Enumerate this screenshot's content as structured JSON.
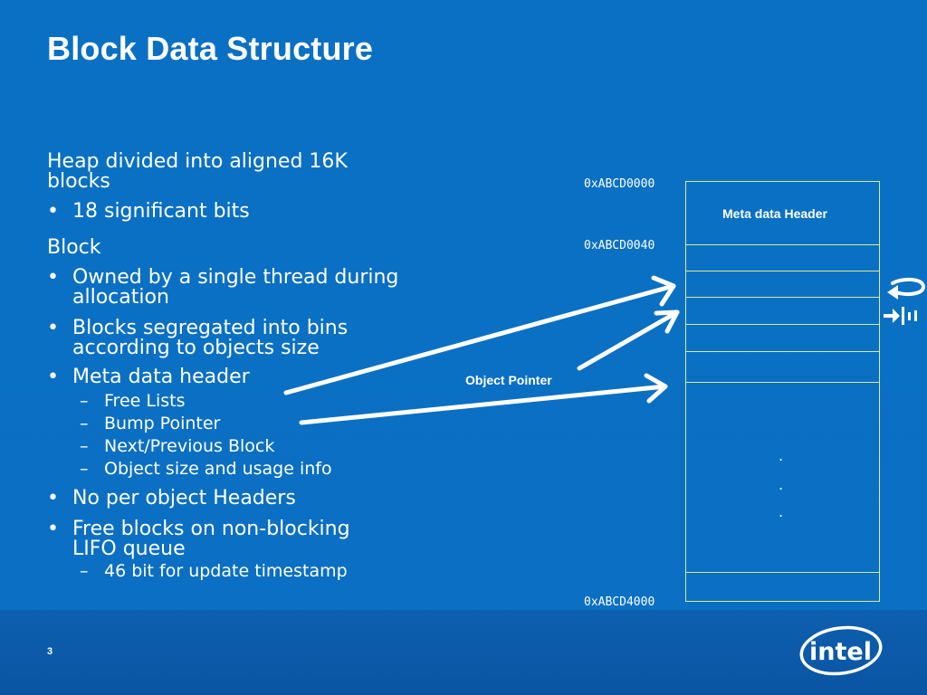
{
  "slide": {
    "title": "Block Data Structure",
    "number": "3"
  },
  "content": {
    "heap": "Heap divided into aligned 16K",
    "heap_cont": "blocks",
    "bits": "18 significant bits",
    "block": "Block",
    "owned": "Owned by a single thread during",
    "owned_cont": "allocation",
    "segregated": "Blocks segregated into bins",
    "segregated_cont": "according to objects size",
    "meta": "Meta data header",
    "free_lists": "Free Lists",
    "bump": "Bump Pointer",
    "next_prev": "Next/Previous Block",
    "obj_size": "Object size and usage info",
    "no_headers": "No per object Headers",
    "free_blocks": "Free blocks on non-blocking",
    "free_blocks_cont": "LIFO queue",
    "timestamp": "46 bit for update timestamp",
    "bullet_char": "•",
    "dash_char": "–"
  },
  "diagram": {
    "addr_start": "0xABCD0000",
    "addr_header_end": "0xABCD0040",
    "addr_end": "0xABCD4000",
    "meta_header_label": "Meta data Header",
    "object_pointer_label": "Object Pointer",
    "ellipsis_dot": "."
  },
  "colors": {
    "background": "#0a70c4",
    "footer": "#0a55a2",
    "table_border": "#d9ec8a",
    "text": "#ffffff"
  },
  "icons": [
    "intel-logo",
    "return-arrow-icon",
    "goto-end-icon"
  ]
}
